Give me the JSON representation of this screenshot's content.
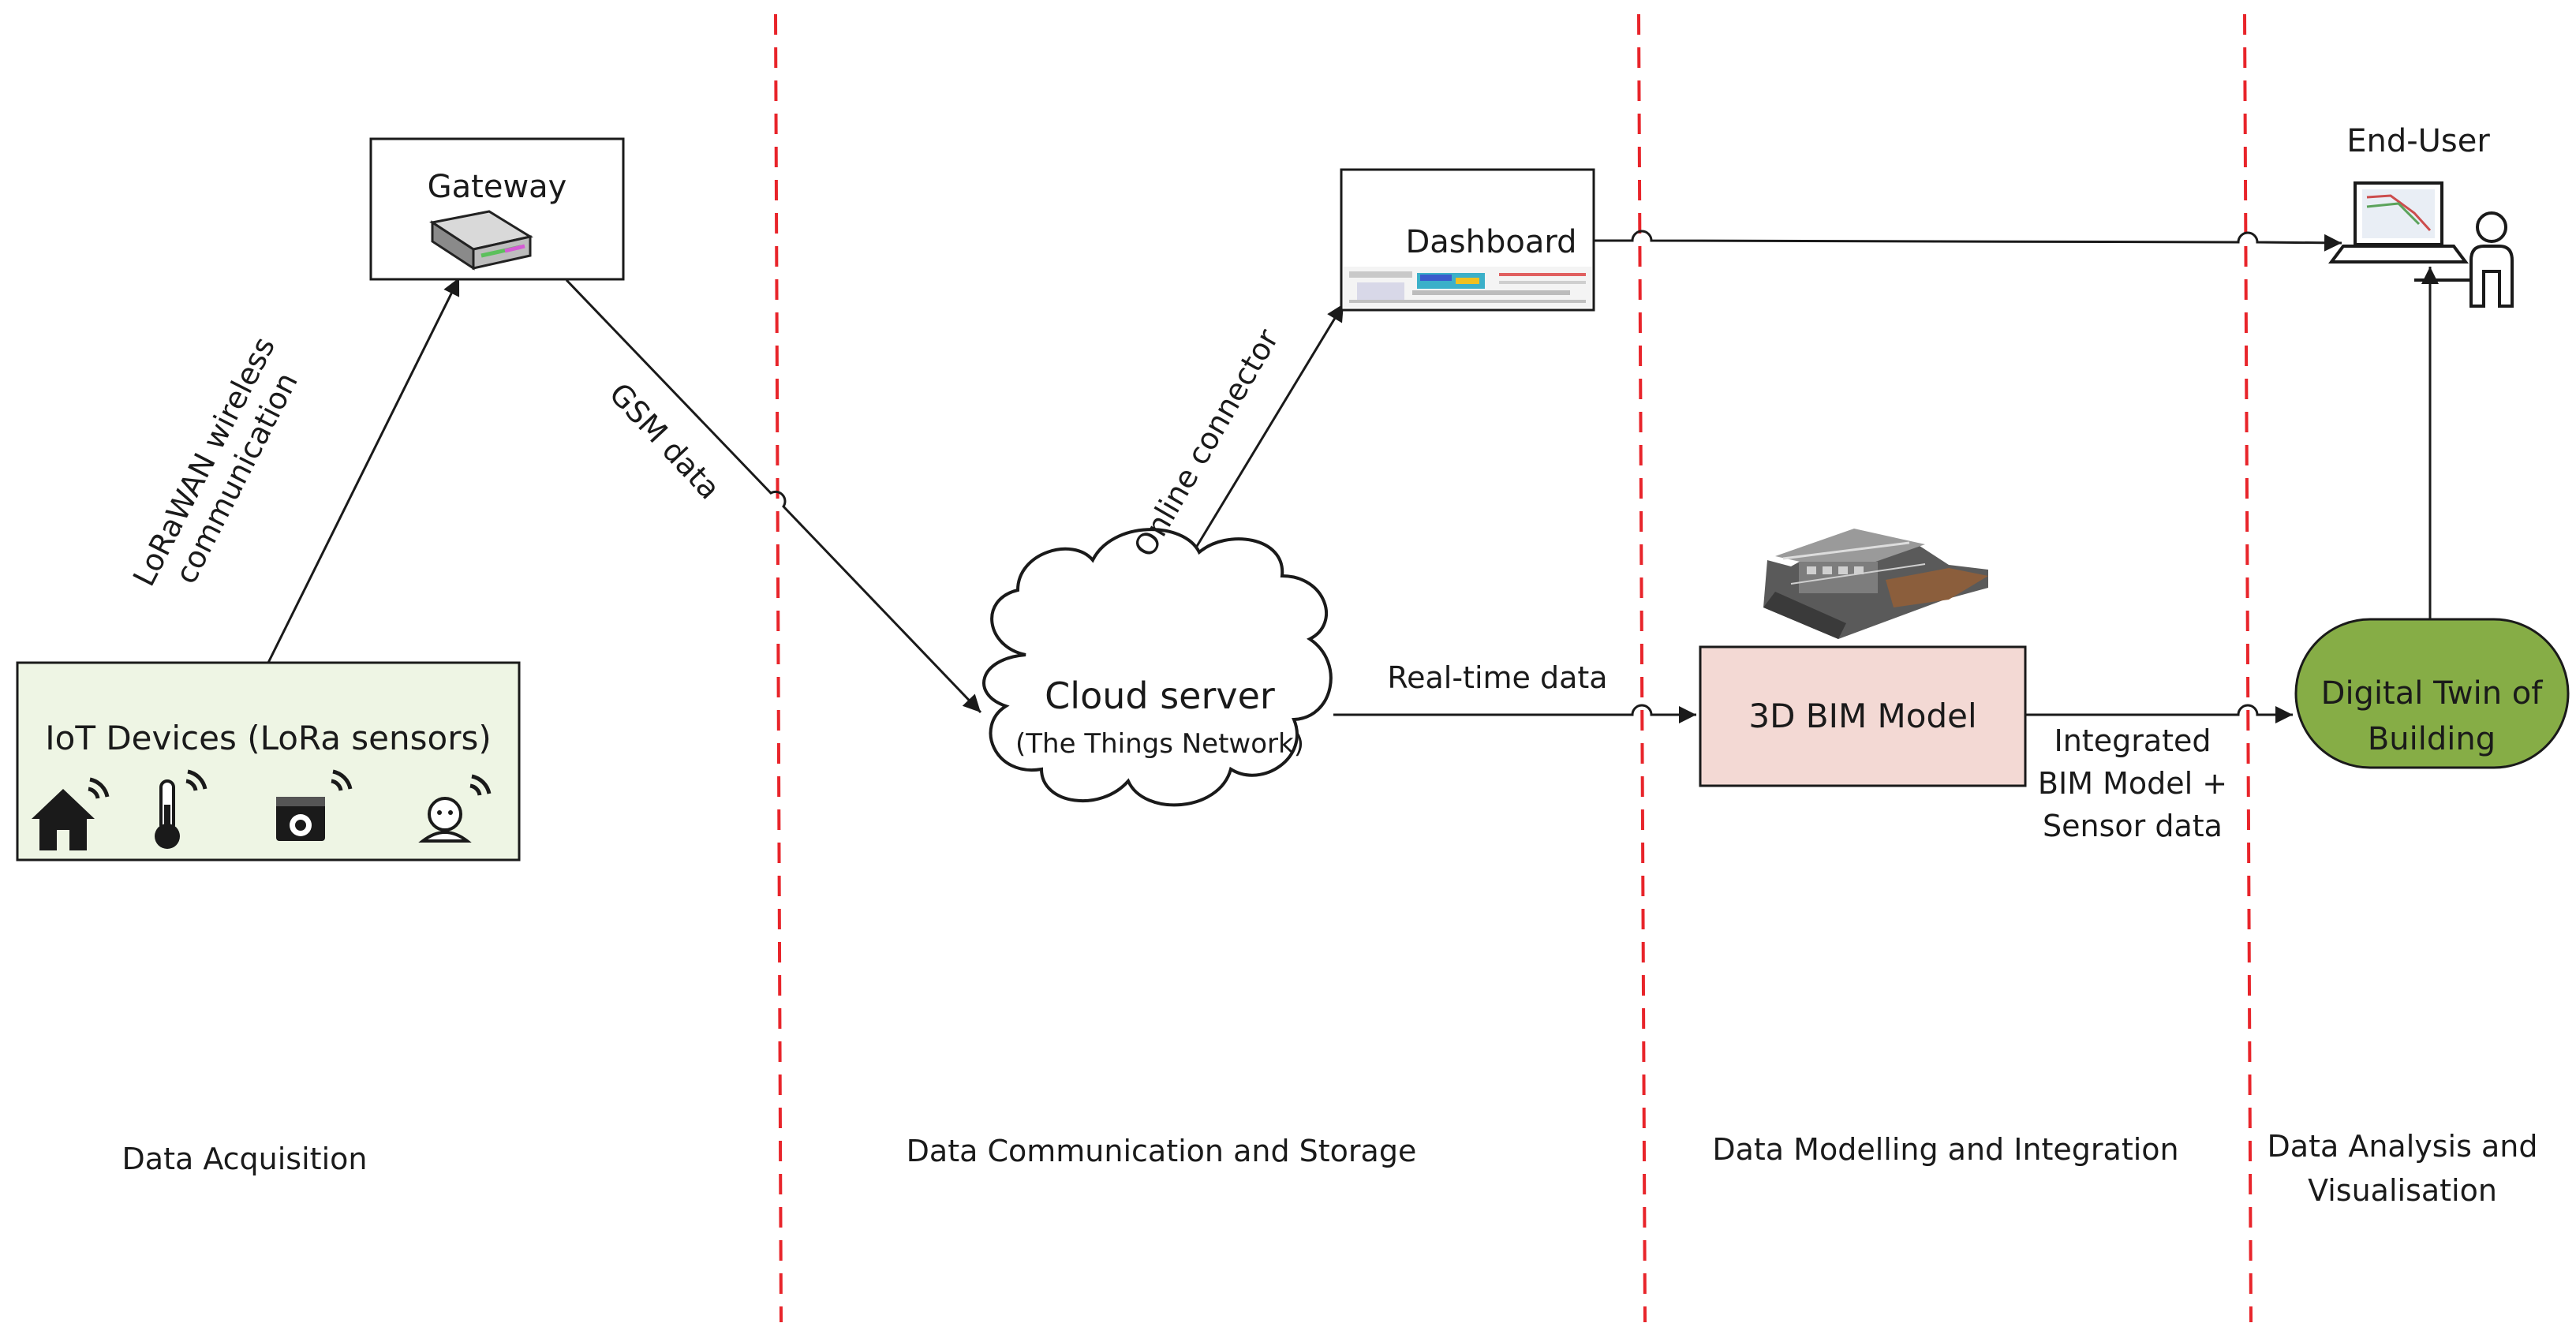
{
  "nodes": {
    "gateway": "Gateway",
    "dashboard": "Dashboard",
    "end_user": "End-User",
    "iot_devices": "IoT Devices (LoRa sensors)",
    "cloud_title": "Cloud server",
    "cloud_subtitle": "(The Things Network)",
    "bim_model": "3D BIM Model",
    "digital_twin_line1": "Digital Twin of",
    "digital_twin_line2": "Building"
  },
  "edges": {
    "lorawan_line1": "LoRaWAN wireless",
    "lorawan_line2": "communication",
    "gsm": "GSM data",
    "online_connector": "Online connector",
    "realtime": "Real-time data",
    "integrated_line1": "Integrated",
    "integrated_line2": "BIM Model +",
    "integrated_line3": "Sensor data"
  },
  "phases": {
    "acquisition": "Data Acquisition",
    "communication": "Data Communication and Storage",
    "modelling": "Data Modelling and Integration",
    "analysis_line1": "Data Analysis and",
    "analysis_line2": "Visualisation"
  },
  "colors": {
    "divider": "#e8242a",
    "iot_fill": "#eef5e4",
    "bim_fill": "#f3d9d4",
    "twin_fill": "#86ad46",
    "stroke": "#1a1a1a"
  },
  "icons": [
    "home-sensor-icon",
    "thermometer-sensor-icon",
    "appliance-sensor-icon",
    "occupancy-sensor-icon",
    "router-icon",
    "laptop-icon",
    "user-icon",
    "building-model-icon",
    "dashboard-thumbnail"
  ]
}
